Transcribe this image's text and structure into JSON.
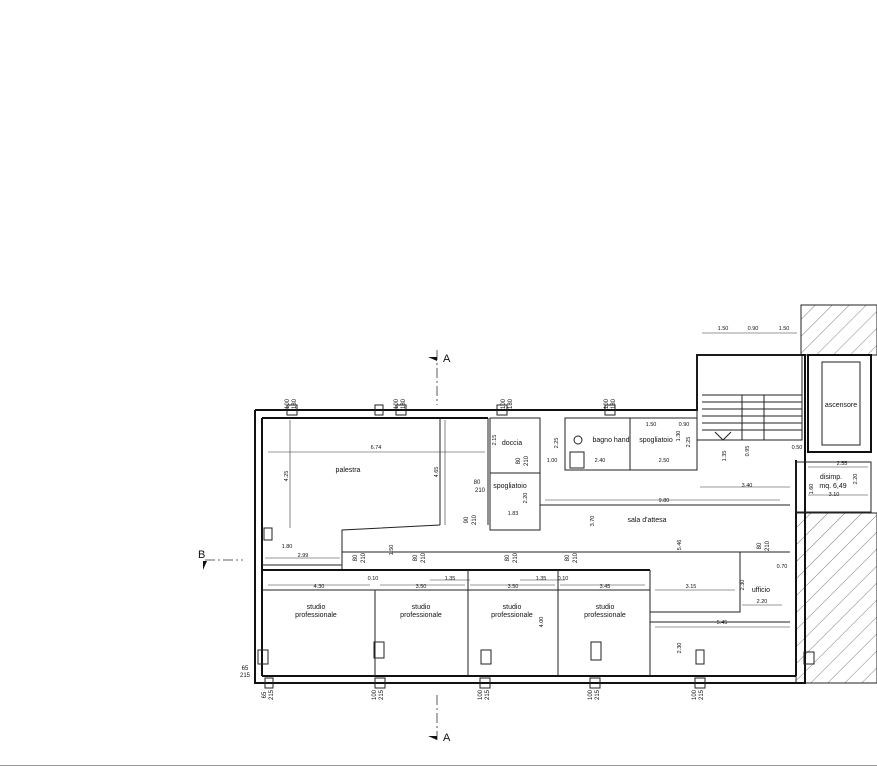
{
  "rooms": {
    "palestra": "palestra",
    "doccia": "doccia",
    "spogliatoio_small": "spogliatoio",
    "bagno_hand": "bagno hand",
    "spogliatoio_right": "spogliatoio",
    "sala_attesa": "sala d'attesa",
    "ascensore": "ascensore",
    "disimp_line1": "disimp.",
    "disimp_line2": "mq. 6,49",
    "ufficio": "ufficio",
    "studio_line1": "studio",
    "studio_line2": "professionale"
  },
  "section_marks": {
    "a_top": "A",
    "a_bottom": "A",
    "b_left": "B"
  },
  "dimensions": {
    "stair_top": [
      "1.50",
      "0.90",
      "1.50"
    ],
    "palestra_width": "6.74",
    "palestra_h_left": "4.25",
    "palestra_h_mid": "4.65",
    "d_2_15": "2.15",
    "d_2_25a": "2.25",
    "d_1_00": "1.00",
    "d_2_40": "2.40",
    "d_2_50": "2.50",
    "d_1_50": "1.50",
    "d_0_90": "0.90",
    "d_1_30": "1.30",
    "d_2_25b": "2.25",
    "d_2_20a": "2.20",
    "d_1_83": "1.83",
    "d_9_80": "9.80",
    "d_3_70": "3.70",
    "d_5_46": "5.46",
    "d_1_35a": "1.35",
    "d_0_95": "0.95",
    "d_0_50": "0.50",
    "d_3_40": "3.40",
    "d_2_55": "2.55",
    "d_1_60": "1.60",
    "d_2_20b": "2.20",
    "d_3_10": "3.10",
    "d_1_80": "1.80",
    "d_2_99": "2.99",
    "d_1_50b": "1.50",
    "d_4_30": "4.30",
    "d_0_10a": "0.10",
    "d_1_35b": "1.35",
    "d_3_50a": "3.50",
    "d_3_50b": "3.50",
    "d_1_35c": "1.35",
    "d_0_10b": "0.10",
    "d_3_45": "3.45",
    "d_3_15": "3.15",
    "d_2_30a": "2.30",
    "d_0_70": "0.70",
    "d_2_20c": "2.20",
    "d_5_45": "5.45",
    "d_4_00": "4.00",
    "d_2_30b": "2.30"
  },
  "openings": {
    "w100_180": [
      "100",
      "180"
    ],
    "d80_210": [
      "80",
      "210"
    ],
    "d90_210": [
      "90",
      "210"
    ],
    "w100_215": [
      "100",
      "215"
    ],
    "w65_215": [
      "65",
      "215"
    ]
  }
}
